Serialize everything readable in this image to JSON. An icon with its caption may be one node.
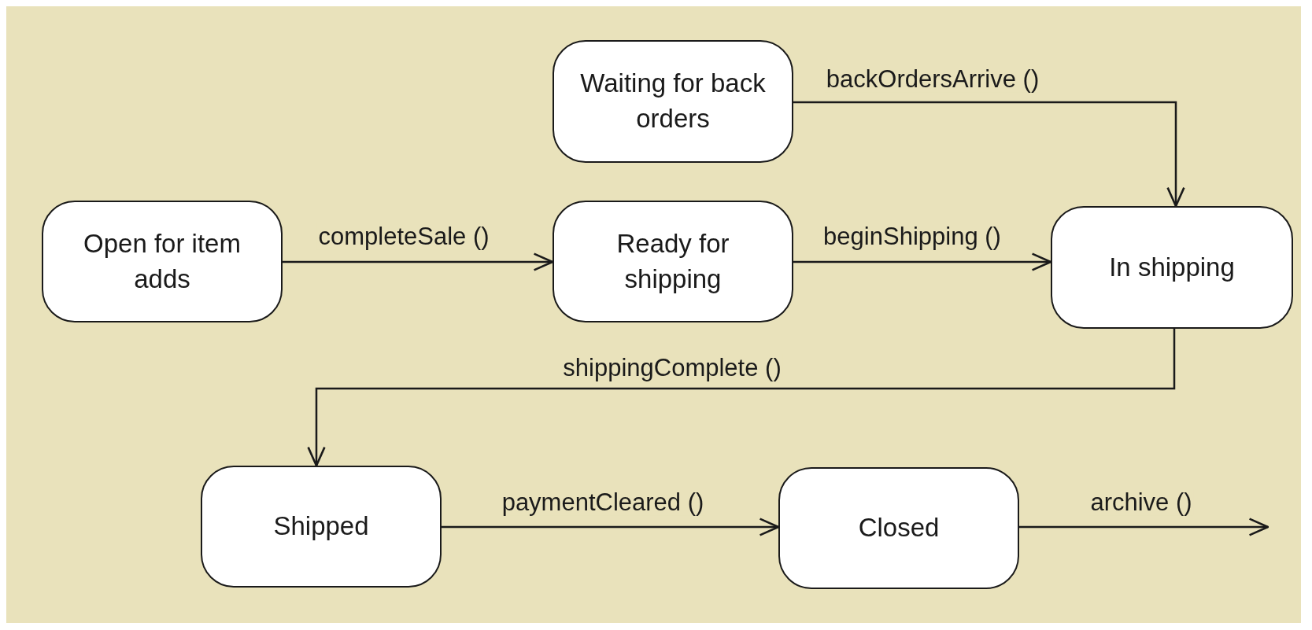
{
  "diagram": {
    "nodes": [
      {
        "text": [
          "Waiting for back orders"
        ]
      },
      {
        "text": [
          "Open for item adds"
        ]
      },
      {
        "text": [
          "Ready for shipping"
        ]
      },
      {
        "text": [
          "In shipping"
        ]
      },
      {
        "text": [
          "Shipped"
        ]
      },
      {
        "text": [
          "Closed"
        ]
      }
    ],
    "edges": [
      {
        "from": 0,
        "to": 3,
        "arrow": "to",
        "label": "backOrdersArrive ()"
      },
      {
        "from": 1,
        "to": 2,
        "arrow": "to",
        "label": "completeSale ()"
      },
      {
        "from": 2,
        "to": 3,
        "arrow": "to",
        "label": "beginShipping ()"
      },
      {
        "from": 3,
        "to": 4,
        "arrow": "to",
        "label": "shippingComplete ()"
      },
      {
        "from": 4,
        "to": 5,
        "arrow": "to",
        "label": "paymentCleared ()"
      },
      {
        "from": 5,
        "to": null,
        "arrow": "to",
        "label": "archive ()"
      }
    ]
  }
}
